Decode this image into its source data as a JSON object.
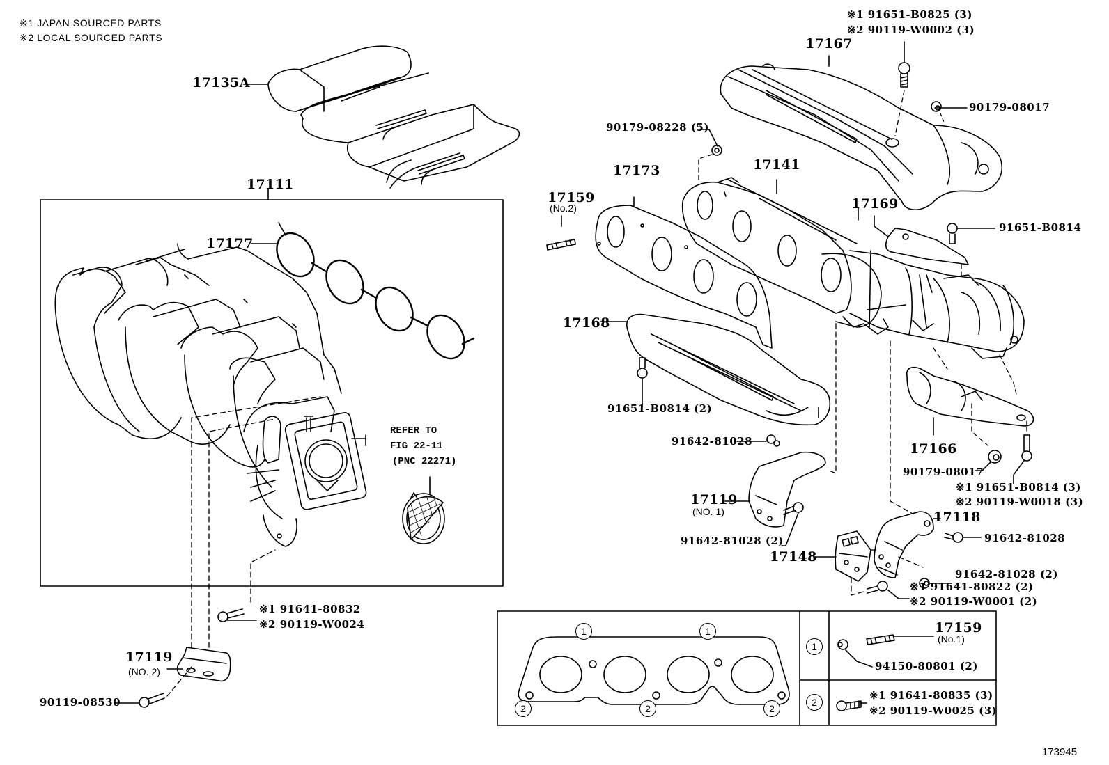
{
  "legend": {
    "note1": "※1 JAPAN SOURCED PARTS",
    "note2": "※2 LOCAL SOURCED PARTS"
  },
  "figure_number": "173945",
  "reference_note": {
    "line1": "REFER TO",
    "line2": "FIG 22-11",
    "line3": "(PNC 22271)"
  },
  "parts": {
    "p17135A": "17135A",
    "p17111": "17111",
    "p17177": "17177",
    "p17119_no2": {
      "number": "17119",
      "sub": "(NO. 2)"
    },
    "p90119_08530": "90119-08530",
    "bolt_80832": {
      "j": "※1 91641-80832",
      "l": "※2 90119-W0024"
    },
    "p17167": "17167",
    "bolt_b0825": {
      "j": "※1 91651-B0825 (3)",
      "l": "※2 90119-W0002 (3)"
    },
    "nut_08017_top": "90179-08017",
    "nut_08228": "90179-08228 (5)",
    "p17173": "17173",
    "p17141": "17141",
    "p17159_no2": {
      "number": "17159",
      "sub": "(No.2)"
    },
    "p17169": "17169",
    "bolt_b0814_single": "91651-B0814",
    "p17168": "17168",
    "bolt_b0814_2": "91651-B0814 (2)",
    "bolt_81028_a": "91642-81028",
    "p17166": "17166",
    "nut_08017_bottom": "90179-08017",
    "bolt_b0814_3": {
      "j": "※1 91651-B0814 (3)",
      "l": "※2 90119-W0018 (3)"
    },
    "p17119_no1": {
      "number": "17119",
      "sub": "(NO. 1)"
    },
    "bolt_81028_2a": "91642-81028 (2)",
    "p17118": "17118",
    "bolt_81028_b": "91642-81028",
    "p17148": "17148",
    "bolt_81028_2b": "91642-81028 (2)",
    "bolt_80822": {
      "j": "※1 91641-80822 (2)",
      "l": "※2 90119-W0001 (2)"
    }
  },
  "gasket_table": {
    "markers_top": [
      "1",
      "1"
    ],
    "markers_bottom": [
      "2",
      "2",
      "2"
    ],
    "rows": [
      {
        "marker": "1",
        "stud": {
          "number": "17159",
          "sub": "(No.1)"
        },
        "nut": "94150-80801 (2)"
      },
      {
        "marker": "2",
        "bolt_j": "※1 91641-80835 (3)",
        "bolt_l": "※2 90119-W0025 (3)"
      }
    ]
  }
}
